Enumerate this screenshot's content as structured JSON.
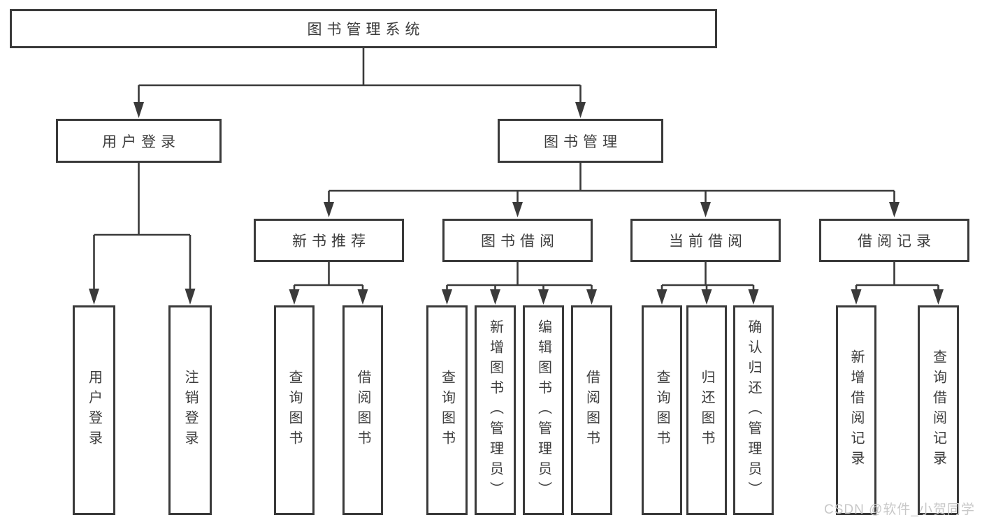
{
  "diagram": {
    "root": {
      "label": "图书管理系统"
    },
    "branches": [
      {
        "label": "用户登录",
        "children": [
          {
            "label": "用户登录"
          },
          {
            "label": "注销登录"
          }
        ]
      },
      {
        "label": "图书管理",
        "children": [
          {
            "label": "新书推荐",
            "children": [
              {
                "label": "查询图书"
              },
              {
                "label": "借阅图书"
              }
            ]
          },
          {
            "label": "图书借阅",
            "children": [
              {
                "label": "查询图书"
              },
              {
                "label": "新增图书（管理员）"
              },
              {
                "label": "编辑图书（管理员）"
              },
              {
                "label": "借阅图书"
              }
            ]
          },
          {
            "label": "当前借阅",
            "children": [
              {
                "label": "查询图书"
              },
              {
                "label": "归还图书"
              },
              {
                "label": "确认归还（管理员）"
              }
            ]
          },
          {
            "label": "借阅记录",
            "children": [
              {
                "label": "新增借阅记录"
              },
              {
                "label": "查询借阅记录"
              }
            ]
          }
        ]
      }
    ]
  },
  "watermark": {
    "text": "CSDN @软件_小贺同学"
  },
  "colors": {
    "line": "#3a3a3a",
    "box_fill": "#ffffff",
    "text": "#3d3d3d",
    "watermark": "#c8c8c8",
    "background": "#ffffff"
  }
}
